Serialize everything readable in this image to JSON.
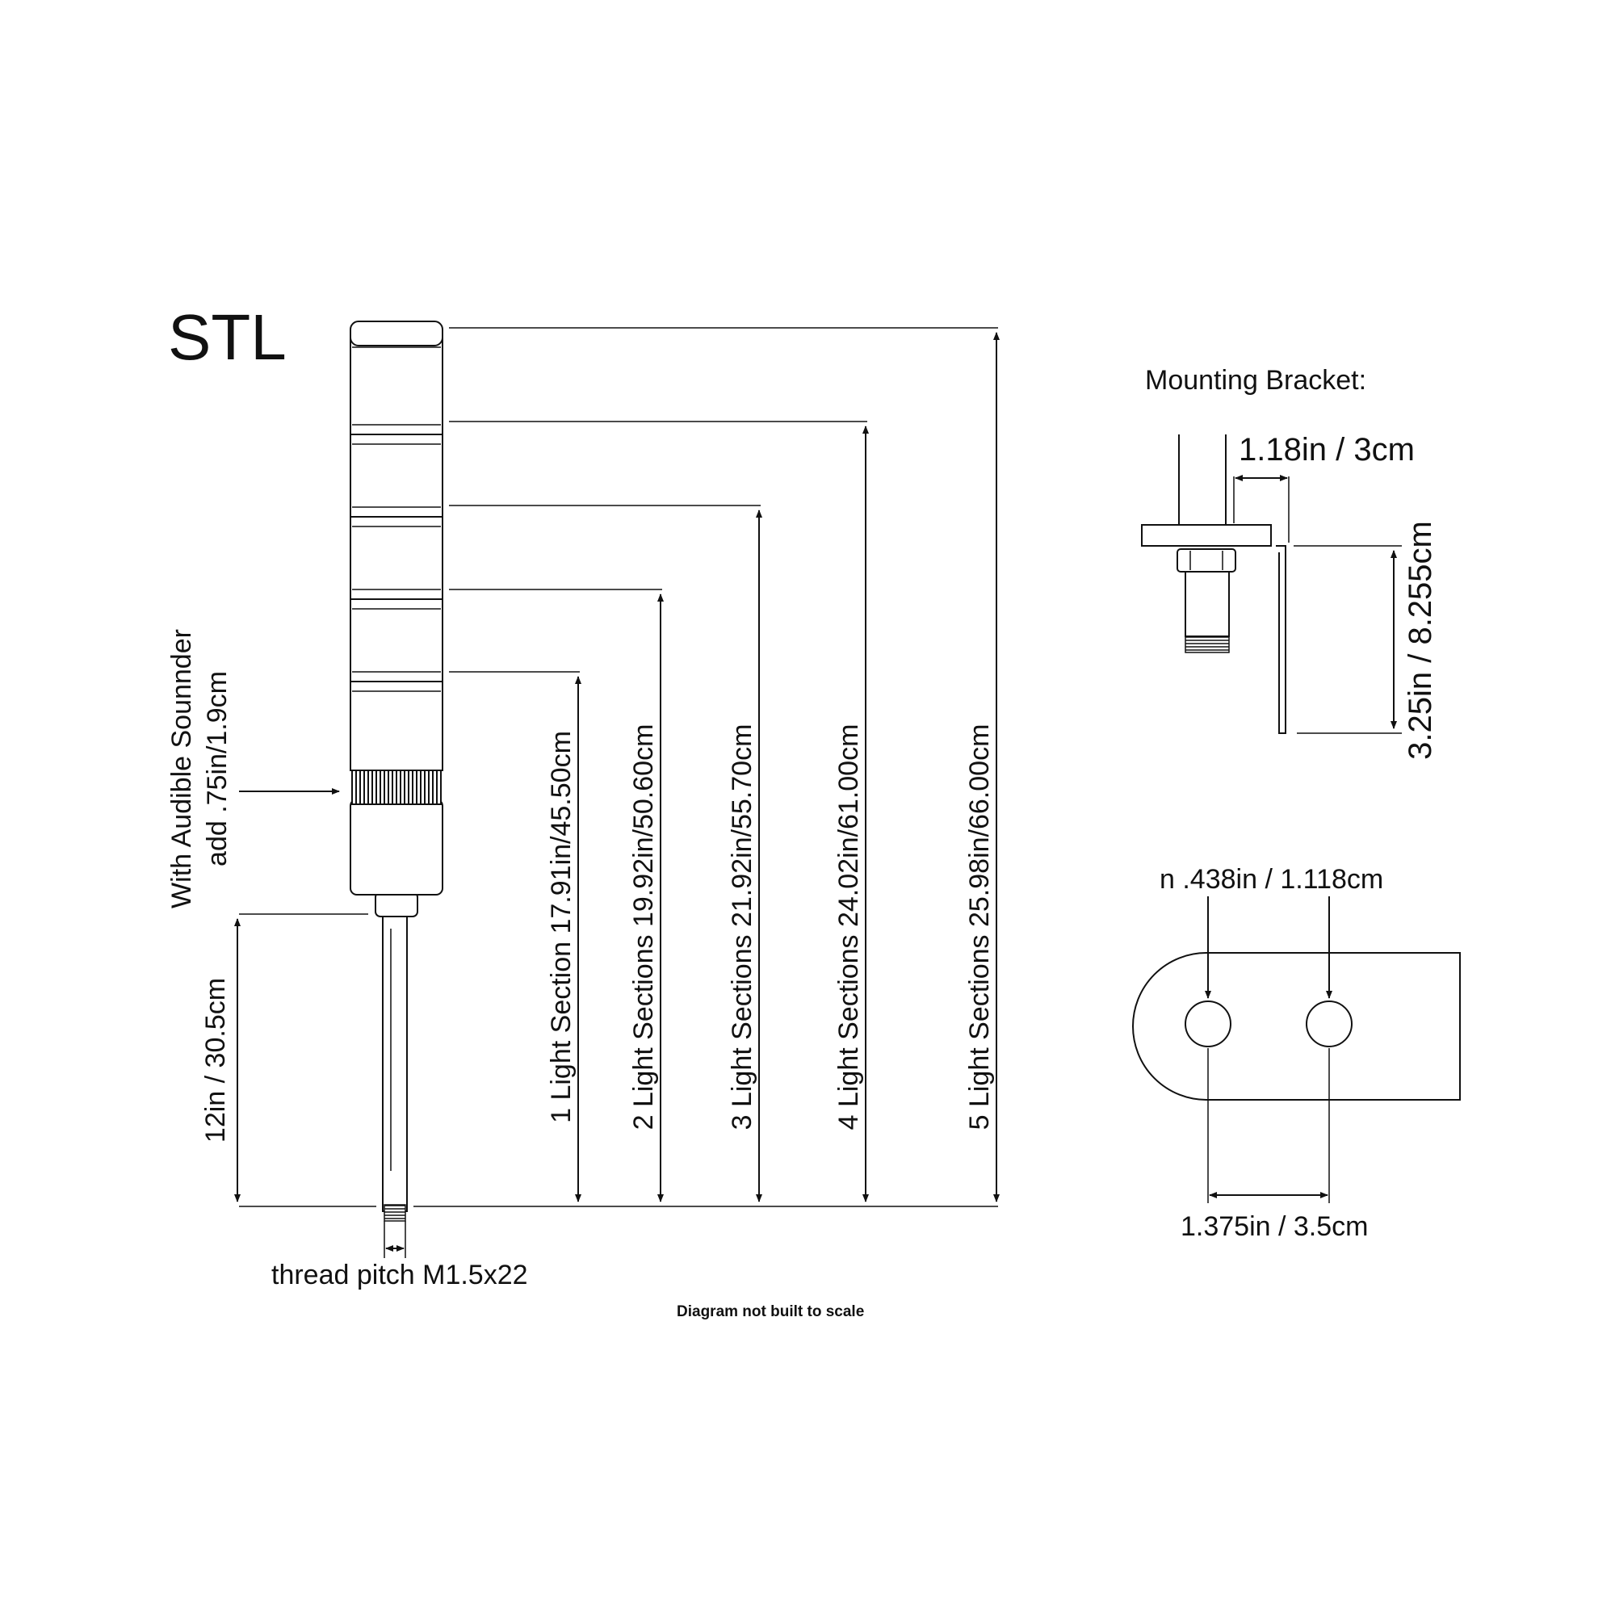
{
  "title": "STL",
  "tower": {
    "sounder_line1": "With Audible Sounnder",
    "sounder_line2": "add .75in/1.9cm",
    "pole_length": "12in / 30.5cm",
    "thread": "thread pitch M1.5x22",
    "heights": [
      "1 Light  Section 17.91in/45.50cm",
      "2 Light  Sections 19.92in/50.60cm",
      "3 Light  Sections 21.92in/55.70cm",
      "4 Light  Sections 24.02in/61.00cm",
      "5 Light  Sections 25.98in/66.00cm"
    ]
  },
  "bracket": {
    "heading": "Mounting Bracket:",
    "width": "1.18in / 3cm",
    "height": "3.25in / 8.255cm",
    "hole_diameter": "n .438in / 1.118cm",
    "hole_spacing": "1.375in / 3.5cm"
  },
  "note": "Diagram not built to scale"
}
